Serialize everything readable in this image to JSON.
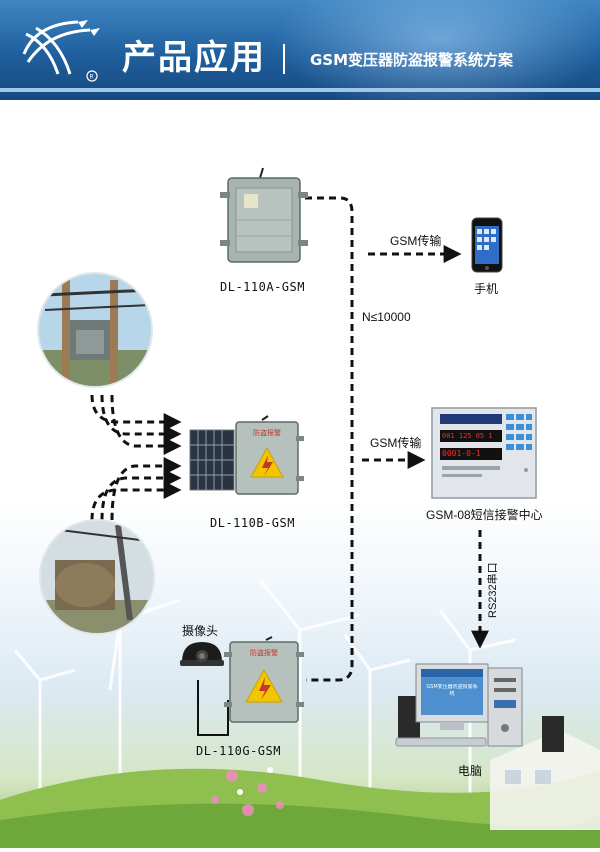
{
  "header": {
    "title": "产品应用",
    "subtitle": "GSM变压器防盗报警系统方案",
    "logo_icon": "swoosh-logo-icon"
  },
  "devices": {
    "a": {
      "label": "DL-110A-GSM"
    },
    "b": {
      "label": "DL-110B-GSM",
      "panel_text": "防盗报警"
    },
    "g": {
      "label": "DL-110G-GSM",
      "panel_text": "防盗报警"
    }
  },
  "camera": {
    "label": "摄像头"
  },
  "phone": {
    "label": "手机"
  },
  "alarm_center": {
    "label": "GSM-08短信接警中心",
    "display_1": "001 125 05 1",
    "display_2": "0001-0-1"
  },
  "computer": {
    "label": "电脑",
    "screen_text": "GSM变压器防盗报警系统"
  },
  "links": {
    "to_phone": "GSM传输",
    "to_center": "GSM传输",
    "capacity": "N≤10000",
    "serial": "RS232串口"
  },
  "colors": {
    "header_blue": "#1f5f9e",
    "device_gray": "#aab7b4",
    "warning_yellow": "#f2c500",
    "screen_red": "#ff2a2a"
  }
}
